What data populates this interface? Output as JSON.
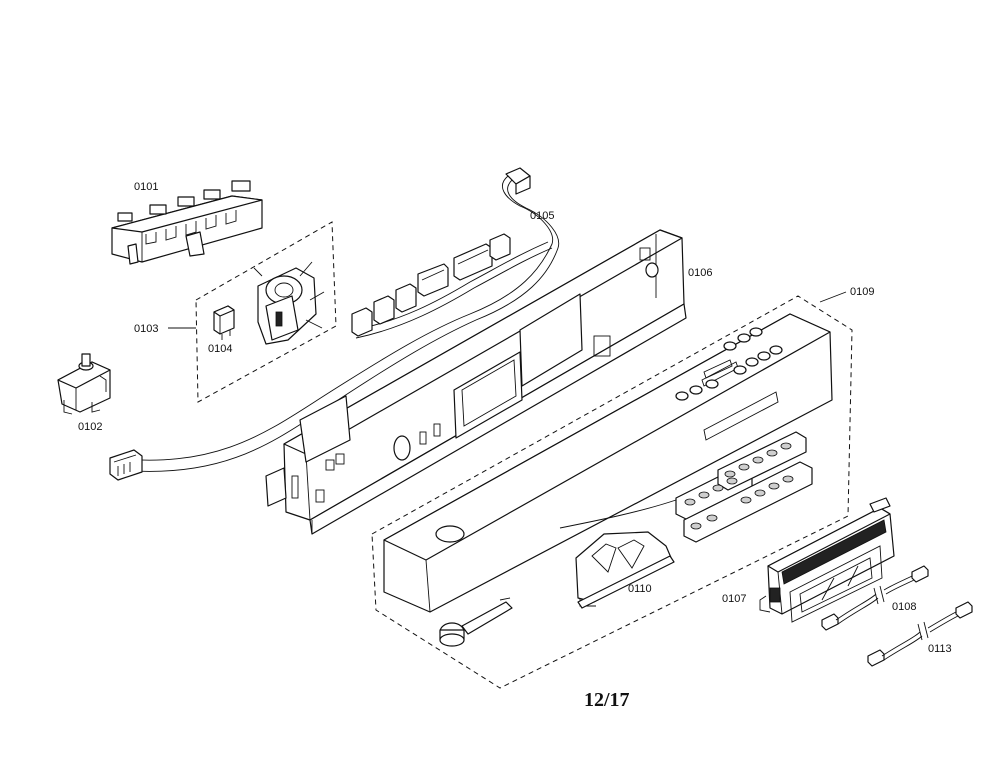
{
  "page_number": "12/17",
  "callouts": [
    {
      "id": "0101"
    },
    {
      "id": "0102"
    },
    {
      "id": "0103"
    },
    {
      "id": "0104"
    },
    {
      "id": "0105"
    },
    {
      "id": "0106"
    },
    {
      "id": "0107"
    },
    {
      "id": "0108"
    },
    {
      "id": "0109"
    },
    {
      "id": "0110"
    },
    {
      "id": "0113"
    }
  ]
}
